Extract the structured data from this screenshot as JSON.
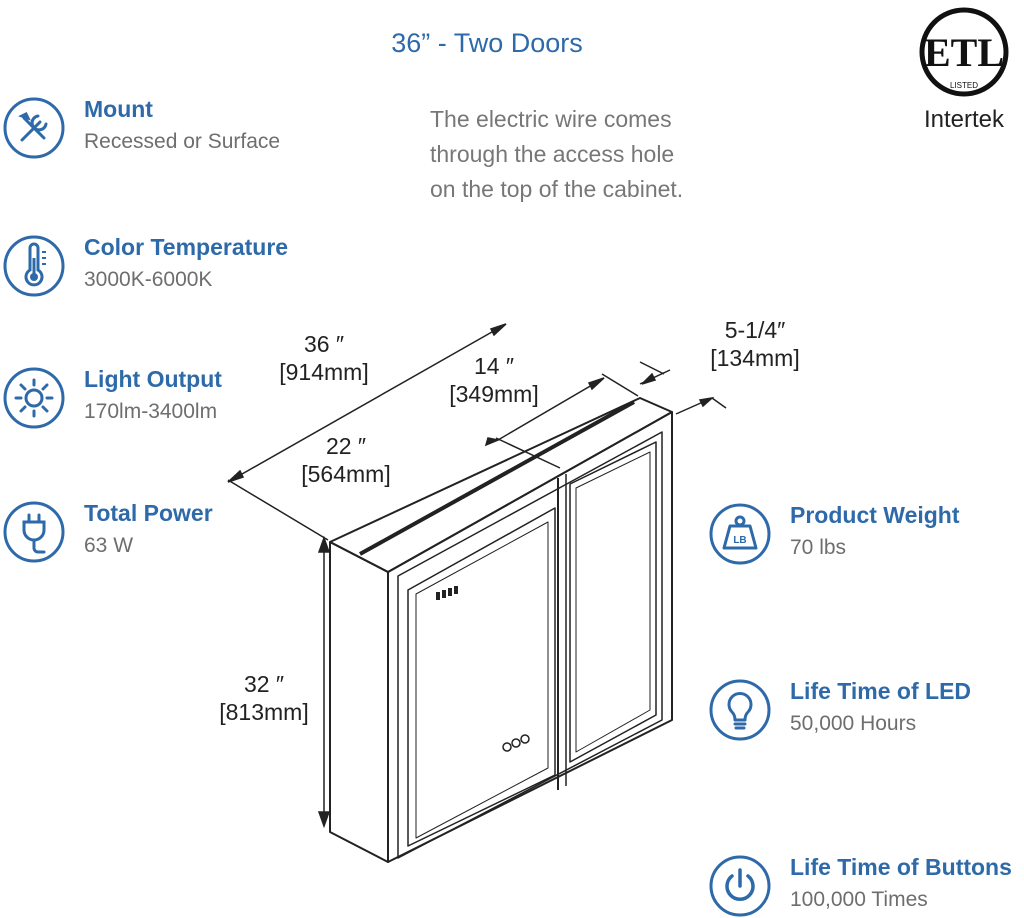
{
  "title": "36” - Two Doors",
  "wiring_note": [
    "The electric wire comes",
    "through the access hole",
    "on the top of the cabinet."
  ],
  "certification": {
    "mark_text": "ETL",
    "listed_text": "LISTED",
    "brand": "Intertek"
  },
  "specs_left": [
    {
      "icon": "tools-icon",
      "label": "Mount",
      "value": "Recessed or Surface"
    },
    {
      "icon": "thermometer-icon",
      "label": "Color Temperature",
      "value": "3000K-6000K"
    },
    {
      "icon": "sun-icon",
      "label": "Light Output",
      "value": "170lm-3400lm"
    },
    {
      "icon": "power-plug-icon",
      "label": "Total Power",
      "value": "63 W"
    }
  ],
  "specs_right": [
    {
      "icon": "weight-icon",
      "label": "Product Weight",
      "value": "70 lbs",
      "icon_text": "LB"
    },
    {
      "icon": "bulb-icon",
      "label": "Life Time of LED",
      "value": "50,000 Hours"
    },
    {
      "icon": "power-button-icon",
      "label": "Life Time of Buttons",
      "value": "100,000 Times"
    }
  ],
  "dimensions": {
    "width": {
      "imperial": "36 ″",
      "metric": "[914mm]"
    },
    "door_right": {
      "imperial": "14 ″",
      "metric": "[349mm]"
    },
    "door_left": {
      "imperial": "22 ″",
      "metric": "[564mm]"
    },
    "depth": {
      "imperial": "5-1/4″",
      "metric": "[134mm]"
    },
    "height": {
      "imperial": "32 ″",
      "metric": "[813mm]"
    }
  },
  "colors": {
    "accent": "#2e6aa9",
    "text_gray": "#6e6e6e",
    "line": "#222222"
  }
}
